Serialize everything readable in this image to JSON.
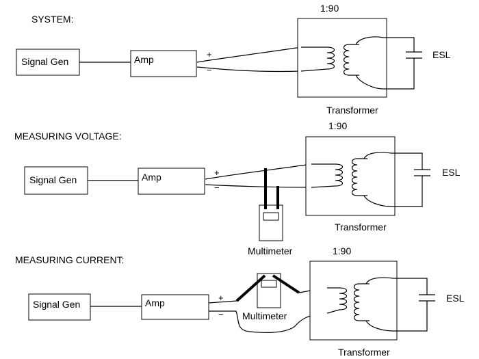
{
  "sections": {
    "system": {
      "title": "SYSTEM:"
    },
    "measuring_voltage": {
      "title": "MEASURING VOLTAGE:"
    },
    "measuring_current": {
      "title": "MEASURING CURRENT:"
    }
  },
  "labels": {
    "signal_gen": "Signal Gen",
    "amp": "Amp",
    "transformer": "Transformer",
    "ratio": "1:90",
    "esl": "ESL",
    "multimeter": "Multimeter",
    "plus": "+",
    "minus": "−"
  }
}
